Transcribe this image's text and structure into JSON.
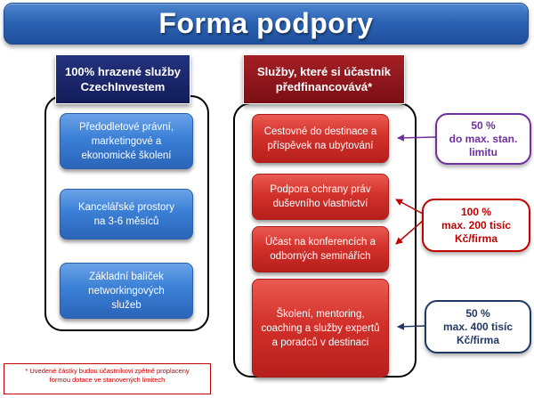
{
  "title": "Forma podpory",
  "left_column": {
    "header": "100% hrazené služby\nCzechInvestem",
    "items": [
      "Předodletové právní,\nmarketingové a\nekonomické školení",
      "Kancelářské prostory\nna 3-6 měsíců",
      "Základní balíček\nnetworkingových\nslužeb"
    ]
  },
  "right_column": {
    "header": "Služby, které si účastník\npředfinancovává*",
    "items": [
      "Cestovné do destinace a\npříspěvek na ubytování",
      "Podpora ochrany práv\nduševního vlastnictví",
      "Účast na konferencích a\nodborných seminářích",
      "Školení, mentoring,\ncoaching a služby expertů\na poradců v destinaci"
    ]
  },
  "callouts": [
    {
      "text": "50 %\ndo max. stan.\nlimitu",
      "color": "#7030a0"
    },
    {
      "text": "100 %\nmax. 200 tisíc\nKč/firma",
      "color": "#c00000"
    },
    {
      "text": "50 %\nmax. 400 tisíc\nKč/firma",
      "color": "#1f3864"
    }
  ],
  "footnote": "* Uvedené částky budou účastníkovi zpětně proplaceny\nformou dotace ve stanovených limitech",
  "colors": {
    "title_blue": "#2c63b4",
    "header_navy": "#1b2a6e",
    "header_maroon": "#8f161b",
    "node_blue": "#3a7fd6",
    "node_red": "#d3312b"
  }
}
